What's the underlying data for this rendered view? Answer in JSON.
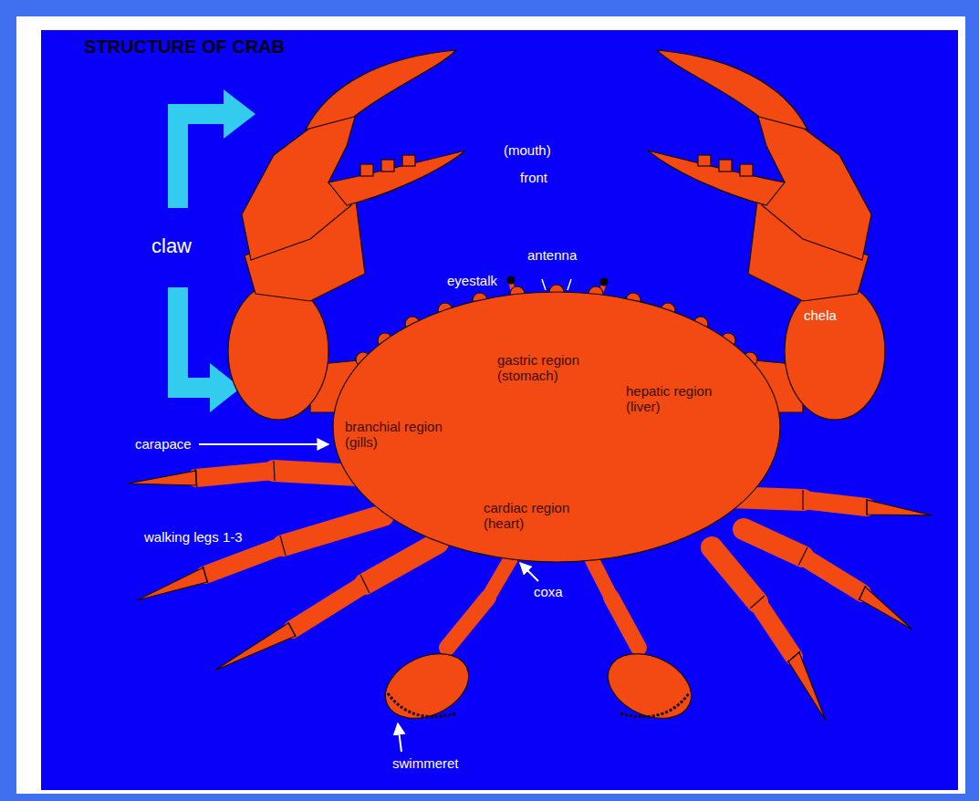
{
  "diagram": {
    "title": "STRUCTURE OF CRAB",
    "labels": [
      "claw",
      "(mouth)",
      "front",
      "antenna",
      "eyestalk",
      "chela",
      "gastric region (stomach)",
      "hepatic region (liver)",
      "carapace",
      "branchial region (gills)",
      "cardiac region (heart)",
      "walking legs 1-3",
      "coxa",
      "swimmeret"
    ]
  }
}
